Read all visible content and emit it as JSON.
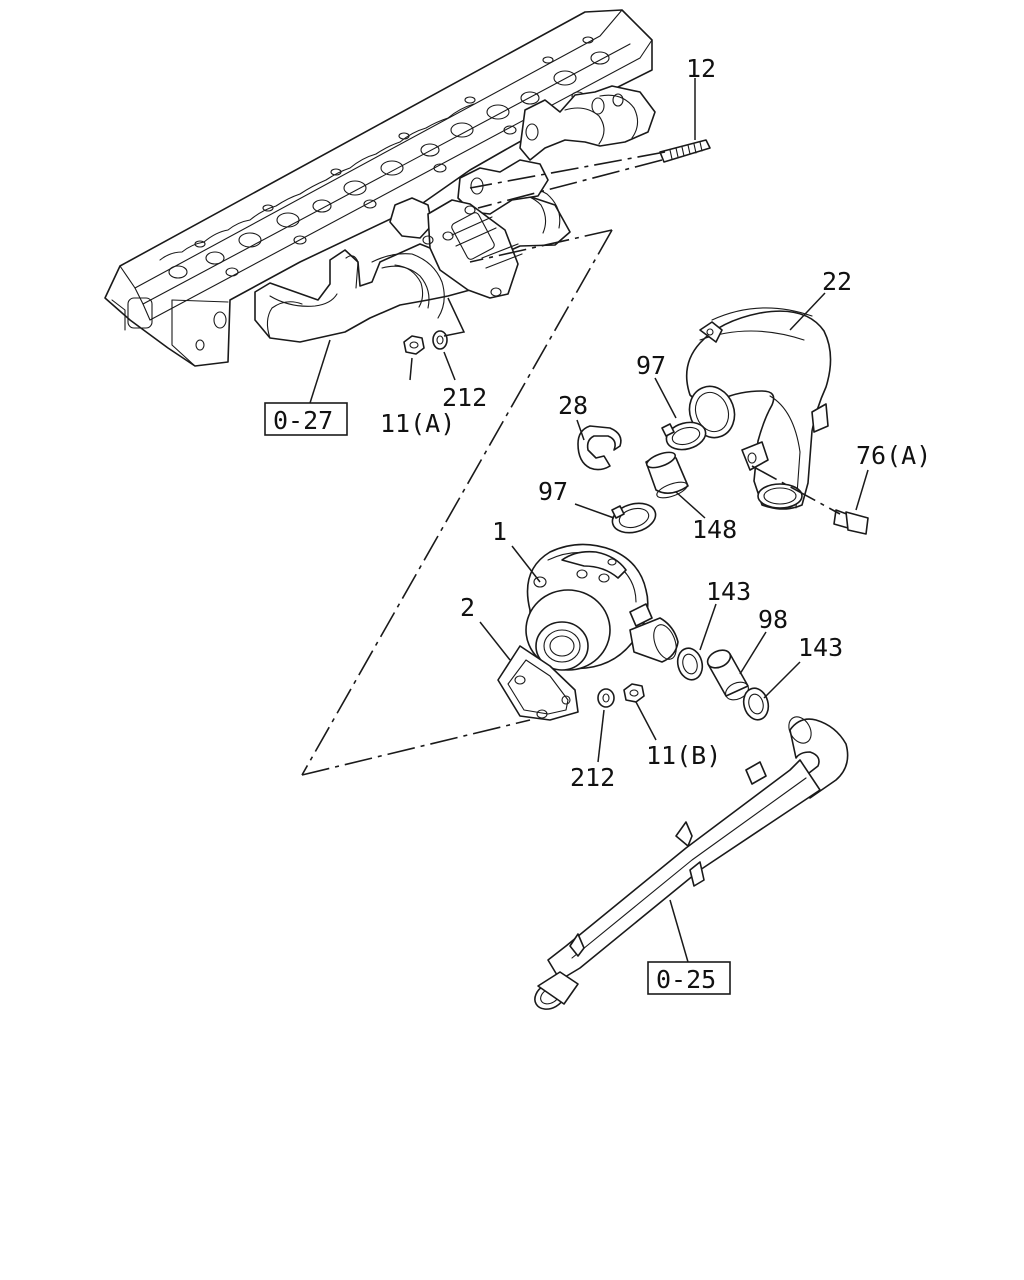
{
  "diagram": {
    "labels": {
      "p12": "12",
      "p22": "22",
      "p97a": "97",
      "p28": "28",
      "p212a": "212",
      "p11a": "11(A)",
      "p76a": "76(A)",
      "p97b": "97",
      "p148": "148",
      "p1": "1",
      "p2": "2",
      "p143a": "143",
      "p98": "98",
      "p143b": "143",
      "p212b": "212",
      "p11b": "11(B)"
    },
    "refs": {
      "ref027": "0-27",
      "ref025": "0-25"
    }
  }
}
